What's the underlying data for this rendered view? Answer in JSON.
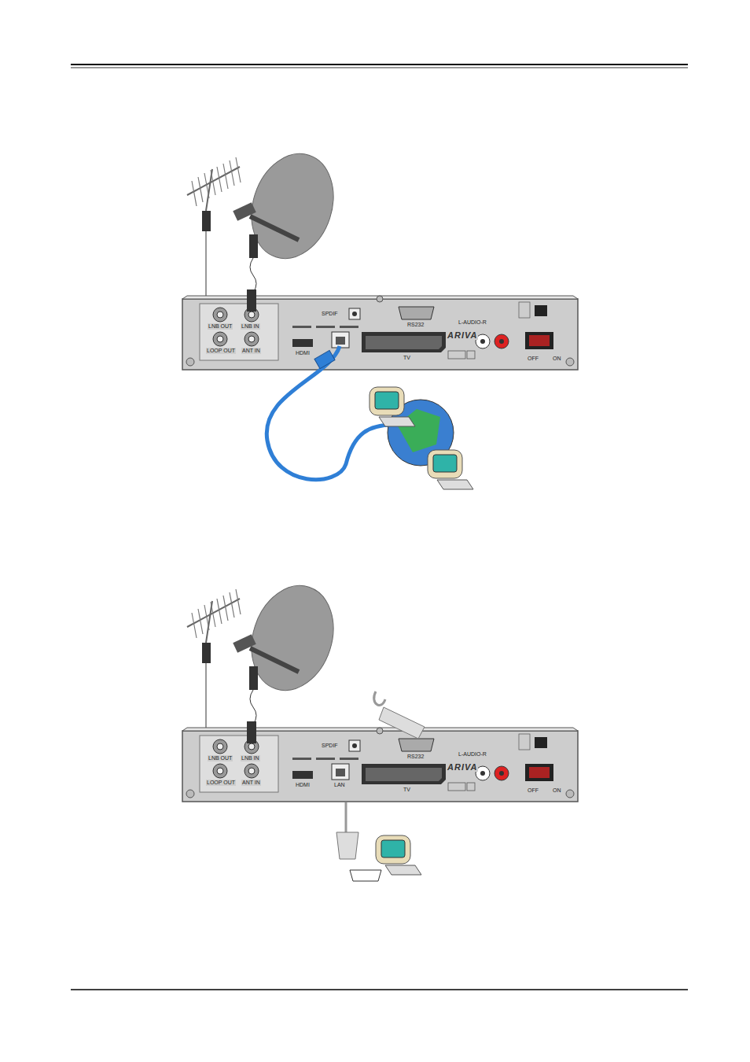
{
  "diagram": {
    "labels": [
      "LNB OUT",
      "LNB IN",
      "LOOP OUT",
      "ANT IN",
      "SPDIF",
      "RS232",
      "HDMI",
      "TV",
      "L-AUDIO-R",
      "ARIVA",
      "OFF",
      "ON",
      "LNB OUT",
      "LNB IN",
      "LOOP OUT",
      "ANT IN",
      "SPDIF",
      "RS232",
      "HDMI",
      "LAN",
      "TV",
      "L-AUDIO-R",
      "ARIVA",
      "OFF",
      "ON"
    ]
  }
}
